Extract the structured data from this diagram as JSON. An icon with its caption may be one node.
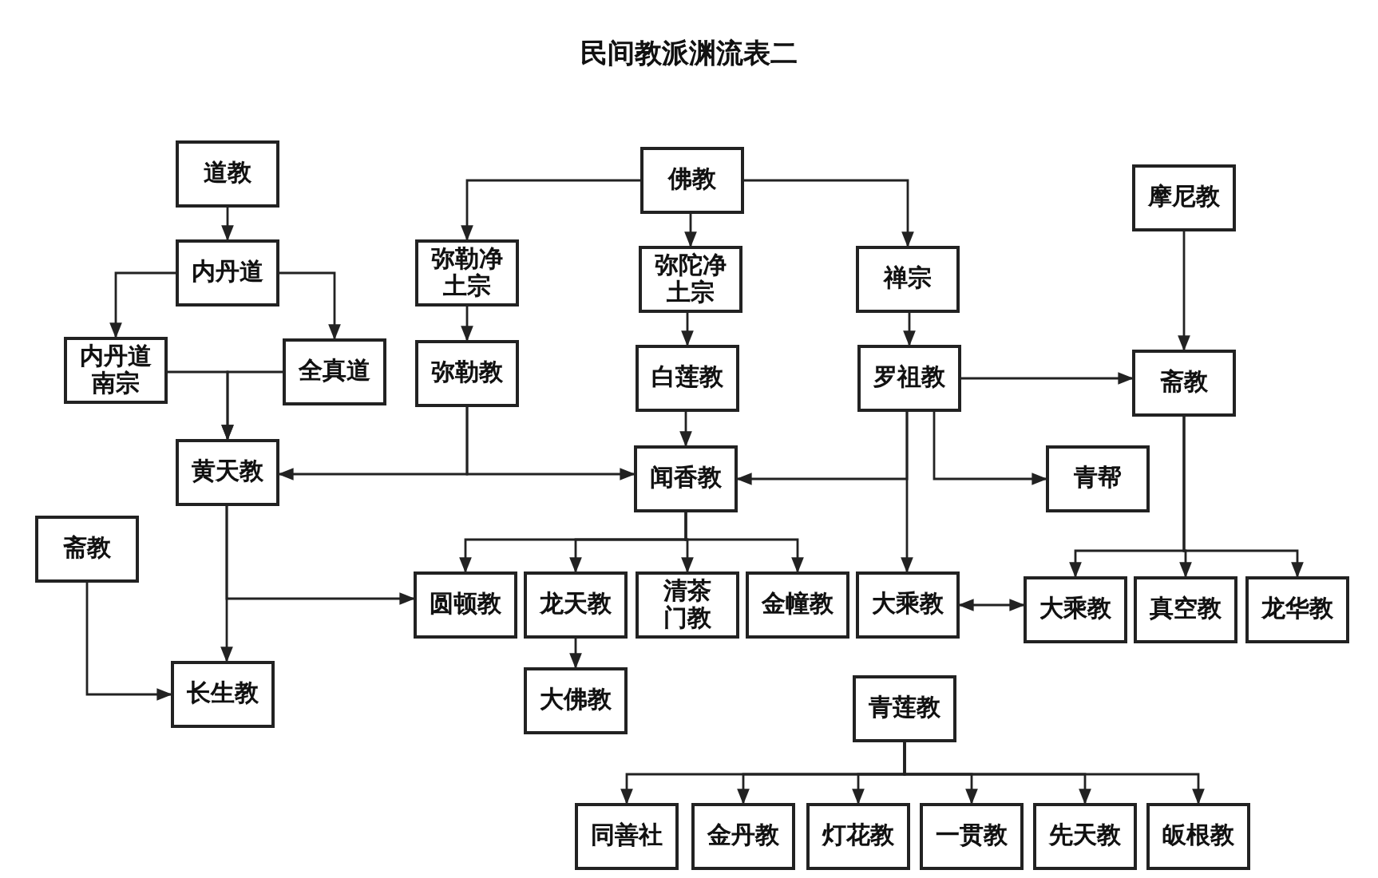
{
  "diagram": {
    "title": "民间教派渊流表二",
    "nodes": [
      {
        "text": [
          "道教"
        ]
      },
      {
        "text": [
          "内丹道"
        ]
      },
      {
        "text": [
          "内丹道南宗"
        ]
      },
      {
        "text": [
          "全真道"
        ]
      },
      {
        "text": [
          "黄天教"
        ]
      },
      {
        "text": [
          "佛教"
        ]
      },
      {
        "text": [
          "弥勒净土宗"
        ]
      },
      {
        "text": [
          "弥陀净土宗"
        ]
      },
      {
        "text": [
          "禅宗"
        ]
      },
      {
        "text": [
          "弥勒教"
        ]
      },
      {
        "text": [
          "白莲教"
        ]
      },
      {
        "text": [
          "罗祖教"
        ]
      },
      {
        "text": [
          "摩尼教"
        ]
      },
      {
        "text": [
          "斋教"
        ]
      },
      {
        "text": [
          "青帮"
        ]
      },
      {
        "text": [
          "闻香教"
        ]
      },
      {
        "text": [
          "斋教"
        ]
      },
      {
        "text": [
          "长生教"
        ]
      },
      {
        "text": [
          "圆顿教"
        ]
      },
      {
        "text": [
          "龙天教"
        ]
      },
      {
        "text": [
          "清茶门教"
        ]
      },
      {
        "text": [
          "金幢教"
        ]
      },
      {
        "text": [
          "大乘教"
        ]
      },
      {
        "text": [
          "大乘教"
        ]
      },
      {
        "text": [
          "真空教"
        ]
      },
      {
        "text": [
          "龙华教"
        ]
      },
      {
        "text": [
          "大佛教"
        ]
      },
      {
        "text": [
          "青莲教"
        ]
      },
      {
        "text": [
          "同善社"
        ]
      },
      {
        "text": [
          "金丹教"
        ]
      },
      {
        "text": [
          "灯花教"
        ]
      },
      {
        "text": [
          "一贯教"
        ]
      },
      {
        "text": [
          "先天教"
        ]
      },
      {
        "text": [
          "皈根教"
        ]
      }
    ],
    "edges": [
      {
        "from": 0,
        "to": 1,
        "arrow": "to"
      },
      {
        "from": 1,
        "to": 2,
        "arrow": "to"
      },
      {
        "from": 1,
        "to": 3,
        "arrow": "to"
      },
      {
        "from": 2,
        "to": 4,
        "arrow": "to"
      },
      {
        "from": 3,
        "to": 4,
        "arrow": "to"
      },
      {
        "from": 5,
        "to": 6,
        "arrow": "to"
      },
      {
        "from": 5,
        "to": 7,
        "arrow": "to"
      },
      {
        "from": 5,
        "to": 8,
        "arrow": "to"
      },
      {
        "from": 6,
        "to": 9,
        "arrow": "to"
      },
      {
        "from": 7,
        "to": 10,
        "arrow": "to"
      },
      {
        "from": 8,
        "to": 11,
        "arrow": "to"
      },
      {
        "from": 9,
        "to": 4,
        "arrow": "to"
      },
      {
        "from": 9,
        "to": 15,
        "arrow": "to"
      },
      {
        "from": 10,
        "to": 15,
        "arrow": "to"
      },
      {
        "from": 11,
        "to": 15,
        "arrow": "to"
      },
      {
        "from": 11,
        "to": 22,
        "arrow": "to"
      },
      {
        "from": 11,
        "to": 14,
        "arrow": "to"
      },
      {
        "from": 11,
        "to": 13,
        "arrow": "to"
      },
      {
        "from": 12,
        "to": 13,
        "arrow": "to"
      },
      {
        "from": 13,
        "to": 23,
        "arrow": "to"
      },
      {
        "from": 13,
        "to": 24,
        "arrow": "to"
      },
      {
        "from": 13,
        "to": 25,
        "arrow": "to"
      },
      {
        "from": 15,
        "to": 18,
        "arrow": "to"
      },
      {
        "from": 15,
        "to": 19,
        "arrow": "to"
      },
      {
        "from": 15,
        "to": 20,
        "arrow": "to"
      },
      {
        "from": 15,
        "to": 21,
        "arrow": "to"
      },
      {
        "from": 4,
        "to": 17,
        "arrow": "to"
      },
      {
        "from": 4,
        "to": 18,
        "arrow": "to"
      },
      {
        "from": 16,
        "to": 17,
        "arrow": "to"
      },
      {
        "from": 19,
        "to": 26,
        "arrow": "to"
      },
      {
        "from": 22,
        "to": 23,
        "arrow": "both"
      },
      {
        "from": 27,
        "to": 28,
        "arrow": "to"
      },
      {
        "from": 27,
        "to": 29,
        "arrow": "to"
      },
      {
        "from": 27,
        "to": 30,
        "arrow": "to"
      },
      {
        "from": 27,
        "to": 31,
        "arrow": "to"
      },
      {
        "from": 27,
        "to": 32,
        "arrow": "to"
      },
      {
        "from": 27,
        "to": 33,
        "arrow": "to"
      }
    ]
  }
}
